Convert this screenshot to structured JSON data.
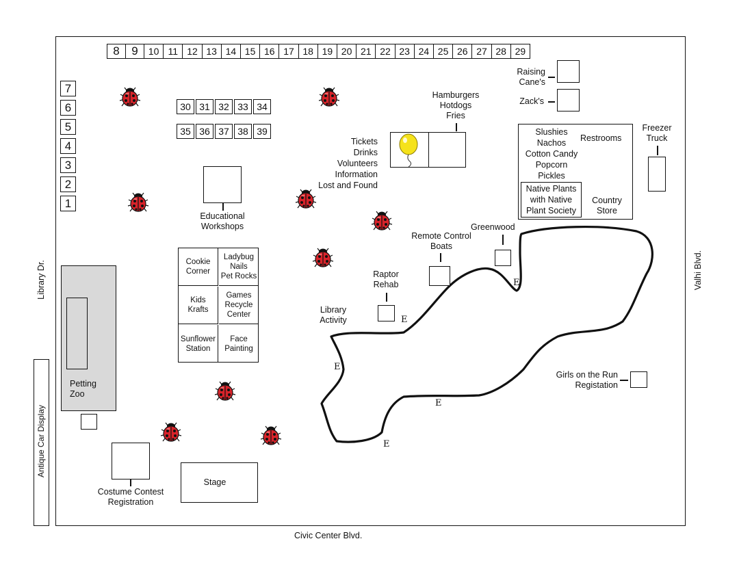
{
  "streets": {
    "left": "Library Dr.",
    "right": "Valhi Blvd.",
    "bottom": "Civic Center Blvd.",
    "antique": "Antique Car Display"
  },
  "top_booths": [
    "8",
    "9",
    "10",
    "11",
    "12",
    "13",
    "14",
    "15",
    "16",
    "17",
    "18",
    "19",
    "20",
    "21",
    "22",
    "23",
    "24",
    "25",
    "26",
    "27",
    "28",
    "29"
  ],
  "left_booths": [
    "7",
    "6",
    "5",
    "4",
    "3",
    "2",
    "1"
  ],
  "mid_booths_row1": [
    "30",
    "31",
    "32",
    "33",
    "34"
  ],
  "mid_booths_row2": [
    "35",
    "36",
    "37",
    "38",
    "39"
  ],
  "food": {
    "raising_canes": "Raising\nCane's",
    "zacks": "Zack's",
    "hamburgers": "Hamburgers\nHotdogs\nFries",
    "tickets": "Tickets\nDrinks\nVolunteers\nInformation\nLost and Found",
    "slushies": "Slushies\nNachos\nCotton Candy\nPopcorn\nPickles",
    "restrooms": "Restrooms",
    "native_plants": "Native Plants\nwith Native\nPlant Society",
    "country_store": "Country\nStore",
    "freezer_truck": "Freezer\nTruck"
  },
  "activities": {
    "educational": "Educational\nWorkshops",
    "grid": [
      "Cookie\nCorner",
      "Ladybug\nNails\nPet Rocks",
      "Kids\nKrafts",
      "Games\nRecycle\nCenter",
      "Sunflower\nStation",
      "Face\nPainting"
    ],
    "petting_zoo": "Petting\nZoo",
    "costume": "Costume Contest\nRegistration",
    "stage": "Stage",
    "remote_boats": "Remote Control\nBoats",
    "greenwood": "Greenwood",
    "raptor": "Raptor\nRehab",
    "library_activity": "Library\nActivity",
    "girls_run": "Girls on the Run\nRegistation"
  },
  "lake_entrance_label": "E",
  "colors": {
    "ladybug": "#d8232a",
    "balloon": "#f5e21b",
    "petting_zoo_fill": "#d9d9d9"
  }
}
